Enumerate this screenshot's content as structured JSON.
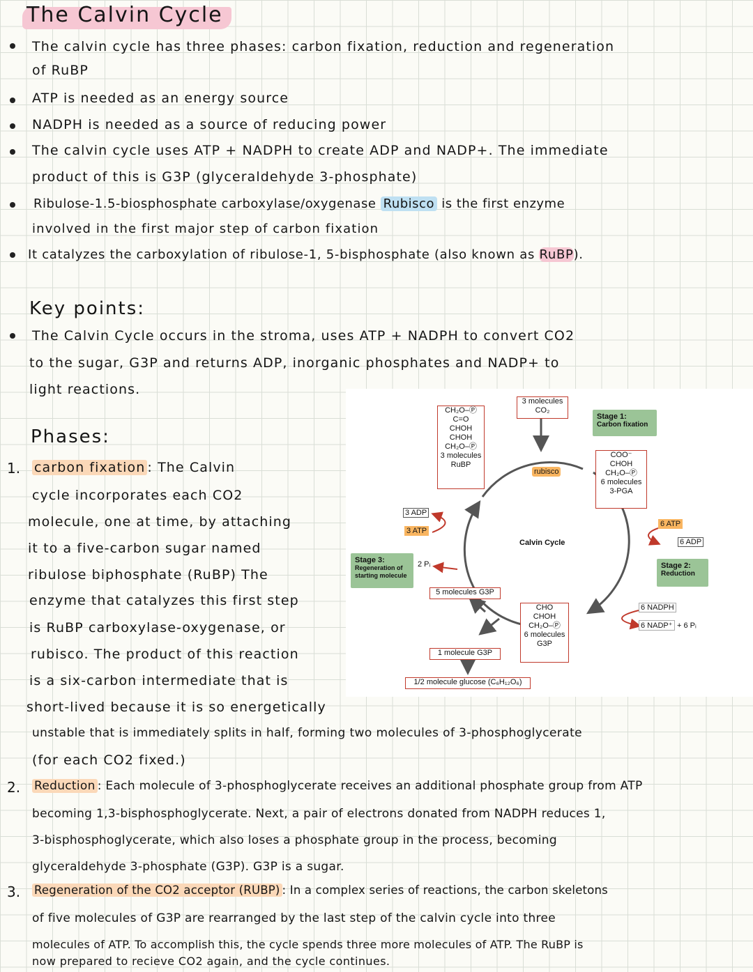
{
  "title": "The Calvin Cycle",
  "intro": [
    [
      "The calvin cycle has three phases: carbon fixation, reduction and regeneration",
      "of RuBP"
    ],
    [
      "ATP is needed as an energy source"
    ],
    [
      "NADPH is needed as a source of reducing power"
    ],
    [
      "The calvin cycle uses ATP + NADPH to create ADP and NADP+. The immediate",
      "product of this is G3P (glyceraldehyde 3-phosphate)"
    ],
    [
      "Ribulose-1.5-biosphosphate carboxylase/oxygenase",
      "Rubisco",
      "is the first enzyme",
      "involved in the first major step of carbon fixation"
    ],
    [
      "It catalyzes the carboxylation of ribulose-1, 5-bisphosphate (also known as",
      "RuBP",
      ")."
    ]
  ],
  "key_points": {
    "heading": "Key points:",
    "lines": [
      "The Calvin Cycle occurs in the stroma, uses ATP + NADPH to convert CO2",
      "to the sugar, G3P and returns ADP, inorganic phosphates and NADP+ to",
      "light reactions."
    ]
  },
  "phases": {
    "heading": "Phases:",
    "p1": {
      "num": "1.",
      "name": "carbon fixation",
      "lines": [
        ": The Calvin",
        "cycle incorporates each CO2",
        "molecule, one at time, by attaching",
        "it to a five-carbon sugar named",
        "ribulose biphosphate (RuBP) The",
        "enzyme that catalyzes this first step",
        "is RuBP carboxylase-oxygenase, or",
        "rubisco. The product of this reaction",
        "is a six-carbon intermediate that is",
        "short-lived because it is so energetically",
        "unstable that is immediately splits in half, forming two molecules of 3-phosphoglycerate",
        "(for each CO2 fixed.)"
      ]
    },
    "p2": {
      "num": "2.",
      "name": "Reduction",
      "lines": [
        ": Each molecule of 3-phosphoglycerate receives an additional phosphate group from ATP",
        "becoming 1,3-bisphosphoglycerate. Next, a pair of electrons donated from NADPH reduces 1,",
        "3-bisphosphoglycerate, which also loses a phosphate group in the process, becoming",
        "glyceraldehyde 3-phosphate (G3P). G3P is a sugar."
      ]
    },
    "p3": {
      "num": "3.",
      "name": "Regeneration of the CO2 acceptor (RUBP)",
      "lines": [
        ": In a complex series of reactions, the carbon skeletons",
        "of five molecules of G3P are rearranged by the last step of the calvin cycle into three",
        "molecules of ATP. To accomplish this, the cycle spends three more molecules of ATP. The RuBP is",
        "now prepared to recieve CO2 again, and the cycle continues."
      ]
    }
  },
  "diagram": {
    "center_label": "Calvin Cycle",
    "co2_box": [
      "3 molecules",
      "CO₂"
    ],
    "rubisco": "rubisco",
    "stage1": {
      "title": "Stage 1:",
      "sub": "Carbon fixation"
    },
    "stage2": {
      "title": "Stage 2:",
      "sub": "Reduction"
    },
    "stage3": {
      "title": "Stage 3:",
      "sub": "Regeneration of starting molecule"
    },
    "rubp_box": [
      "CH₂O–Ⓟ",
      "C=O",
      "CHOH",
      "CHOH",
      "CH₂O–Ⓟ",
      "3 molecules",
      "RuBP"
    ],
    "pga_box": [
      "COO⁻",
      "CHOH",
      "CH₂O–Ⓟ",
      "6 molecules",
      "3-PGA"
    ],
    "g3p_box": [
      "CHO",
      "CHOH",
      "CH₂O–Ⓟ",
      "6 molecules",
      "G3P"
    ],
    "atp6": "6 ATP",
    "adp6": "6 ADP",
    "nadph6": "6 NADPH",
    "nadp6": "6 NADP⁺",
    "pi6": "+ 6 Pᵢ",
    "adp3": "3 ADP",
    "atp3": "3 ATP",
    "pi2": "2 Pᵢ",
    "g3p5": "5 molecules G3P",
    "g3p1": "1 molecule G3P",
    "glucose": "1/2 molecule glucose (C₆H₁₂O₆)"
  }
}
